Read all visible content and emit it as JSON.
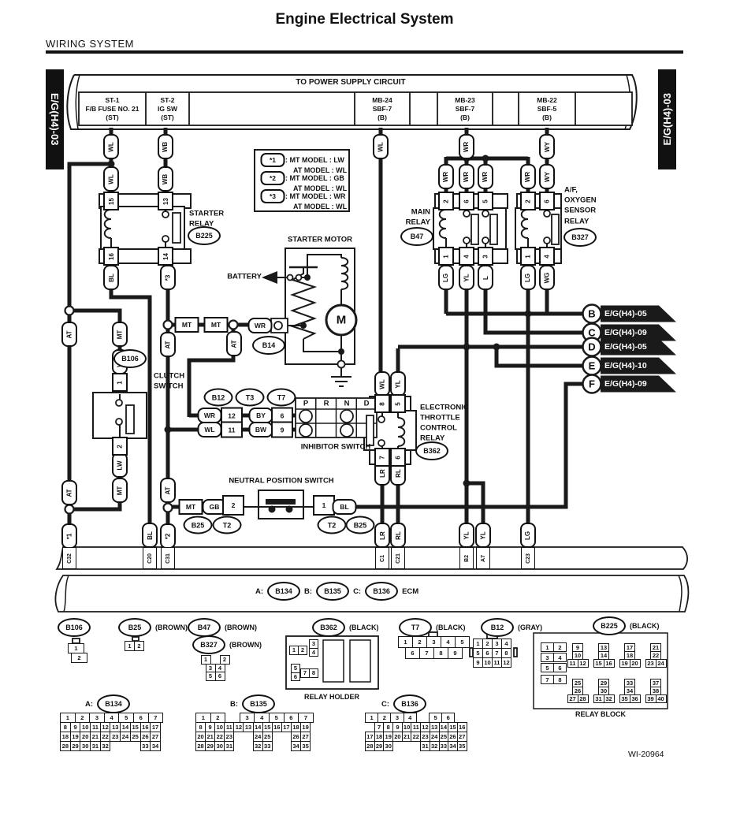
{
  "header": {
    "title": "Engine Electrical System",
    "section": "WIRING SYSTEM",
    "page_tab": "E/G(H4)-03",
    "doc_code": "WI-20964"
  },
  "power_bus": {
    "title": "TO POWER SUPPLY CIRCUIT",
    "cells": [
      {
        "line1": "ST-1",
        "line2": "F/B FUSE NO. 21",
        "line3": "(ST)"
      },
      {
        "line1": "ST-2",
        "line2": "IG SW",
        "line3": "(ST)"
      },
      {
        "line1": "MB-24",
        "line2": "SBF-7",
        "line3": "(B)"
      },
      {
        "line1": "MB-23",
        "line2": "SBF-7",
        "line3": "(B)"
      },
      {
        "line1": "MB-22",
        "line2": "SBF-5",
        "line3": "(B)"
      }
    ]
  },
  "notes": {
    "n1_tag": "*1",
    "n1_mt": ": MT MODEL : LW",
    "n1_at": "AT MODEL : WL",
    "n2_tag": "*2",
    "n2_mt": ": MT MODEL : GB",
    "n2_at": "AT MODEL : WL",
    "n3_tag": "*3",
    "n3_mt": ": MT MODEL : WR",
    "n3_at": "AT MODEL : WL"
  },
  "components": {
    "starter_relay": {
      "l1": "STARTER",
      "l2": "RELAY",
      "ref": "B225"
    },
    "starter_motor": {
      "label": "STARTER MOTOR",
      "battery": "BATTERY",
      "motor": "M",
      "ref": "B14"
    },
    "main_relay": {
      "l1": "MAIN",
      "l2": "RELAY",
      "ref": "B47"
    },
    "af_relay": {
      "l1": "A/F,",
      "l2": "OXYGEN",
      "l3": "SENSOR",
      "l4": "RELAY",
      "ref": "B327"
    },
    "etc_relay": {
      "l1": "ELECTRONIC",
      "l2": "THROTTLE",
      "l3": "CONTROL",
      "l4": "RELAY",
      "ref": "B362"
    },
    "clutch_switch": {
      "l1": "CLUTCH",
      "l2": "SWITCH",
      "ref": "B106"
    },
    "inhibitor": {
      "label": "INHIBITOR SWITCH",
      "ref1": "B12",
      "ref2": "T3",
      "ref3": "T7",
      "positions": [
        "P",
        "R",
        "N",
        "D"
      ]
    },
    "neutral": {
      "label": "NEUTRAL POSITION SWITCH",
      "ref_l1": "B25",
      "ref_l2": "T2",
      "ref_r1": "T2",
      "ref_r2": "B25"
    }
  },
  "wire_labels": {
    "st1_bus": "WL",
    "st2_bus": "WB",
    "st1_in": "WL",
    "st2_in": "WB",
    "starter_out_left": "BL",
    "starter_out_right": "*3",
    "mb24": "WL",
    "mb23": "WR",
    "mb22": "WY",
    "main_in_1": "WR",
    "main_in_2": "WR",
    "main_in_3": "WR",
    "af_in_1": "WR",
    "af_in_2": "WY",
    "main_out_1": "LG",
    "main_out_2": "YL",
    "main_out_3": "L",
    "af_out_1": "LG",
    "af_out_2": "WG",
    "rail_at_top": "AT",
    "clutch_mt_top": "MT",
    "clutch_wl": "WL",
    "clutch_lw": "LW",
    "rail_at_bot": "AT",
    "clutch_mt_bot": "MT",
    "col3_at_top": "AT",
    "col3_at_bot": "AT",
    "branch_at": "AT",
    "mt_box_1": "MT",
    "mt_box_2": "MT",
    "b14_wr": "WR",
    "etc_in_1": "WL",
    "etc_in_2": "YL",
    "etc_out_1": "LR",
    "etc_out_2": "RL",
    "inh_wr": "WR",
    "inh_wl": "WL",
    "inh_by": "BY",
    "inh_bw": "BW",
    "neutral_mt": "MT",
    "neutral_gb": "GB",
    "neutral_bl": "BL",
    "ecm_c32": "*1",
    "ecm_c20": "BL",
    "ecm_c31": "*2",
    "ecm_c1": "LR",
    "ecm_c21": "RL",
    "ecm_b2": "YL",
    "ecm_a7": "YL",
    "ecm_c23": "LG"
  },
  "pin_labels": {
    "st_15": "15",
    "st_13": "13",
    "st_16": "16",
    "st_14": "14",
    "main_2": "2",
    "main_6": "6",
    "main_5": "5",
    "main_1": "1",
    "main_4": "4",
    "main_3": "3",
    "af_2": "2",
    "af_6": "6",
    "af_1": "1",
    "af_4": "4",
    "etc_8": "8",
    "etc_5": "5",
    "etc_7": "7",
    "etc_6": "6",
    "clutch_1": "1",
    "clutch_2": "2",
    "inh_12": "12",
    "inh_11": "11",
    "inh_6": "6",
    "inh_9": "9",
    "neutral_2": "2",
    "neutral_1": "1",
    "ecm_c32": "C32",
    "ecm_c20": "C20",
    "ecm_c31": "C31",
    "ecm_c1": "C1",
    "ecm_c21": "C21",
    "ecm_b2": "B2",
    "ecm_a7": "A7",
    "ecm_c23": "C23"
  },
  "ecm_bar": {
    "a": "A:",
    "a_ref": "B134",
    "b": "B:",
    "b_ref": "B135",
    "c": "C:",
    "c_ref": "B136",
    "name": "ECM"
  },
  "arrows": [
    {
      "letter": "B",
      "label": "E/G(H4)-05"
    },
    {
      "letter": "C",
      "label": "E/G(H4)-09"
    },
    {
      "letter": "D",
      "label": "E/G(H4)-05"
    },
    {
      "letter": "E",
      "label": "E/G(H4)-10"
    },
    {
      "letter": "F",
      "label": "E/G(H4)-09"
    }
  ],
  "connectors": {
    "b106": {
      "ref": "B106",
      "cells": [
        [
          "1"
        ],
        [
          "2"
        ]
      ]
    },
    "b25": {
      "ref": "B25",
      "color": "(BROWN)",
      "cells": [
        [
          "1",
          "2"
        ]
      ]
    },
    "b47": {
      "ref": "B47",
      "color": "(BROWN)"
    },
    "b327": {
      "ref": "B327",
      "color": "(BROWN)",
      "cells": [
        [
          "1",
          null,
          "2"
        ],
        [
          "3",
          "4"
        ],
        [
          "5",
          "6"
        ]
      ]
    },
    "b362": {
      "ref": "B362",
      "color": "(BLACK)",
      "label": "RELAY HOLDER",
      "g1": [
        [
          "1",
          "2"
        ]
      ],
      "g2": [
        [
          "3"
        ],
        [
          "4"
        ]
      ],
      "g3": [
        [
          "5"
        ],
        [
          "6"
        ]
      ],
      "g4": [
        [
          "7",
          "8"
        ]
      ]
    },
    "t7": {
      "ref": "T7",
      "color": "(BLACK)",
      "cells": [
        [
          "1",
          "2",
          "3",
          "4",
          "5"
        ],
        [
          "6",
          "7",
          "8",
          "9"
        ]
      ]
    },
    "b12": {
      "ref": "B12",
      "color": "(GRAY)",
      "cells": [
        [
          "1",
          "2",
          "3",
          "4"
        ],
        [
          "5",
          "6",
          "7",
          "8"
        ],
        [
          "9",
          "10",
          "11",
          "12"
        ]
      ]
    },
    "b225": {
      "ref": "B225",
      "color": "(BLACK)",
      "label": "RELAY BLOCK",
      "left": [
        [
          "1",
          "2"
        ],
        [
          "3",
          "4"
        ],
        [
          "5",
          "6"
        ],
        [
          "7",
          "8"
        ]
      ],
      "groups": [
        [
          [
            "9"
          ],
          [
            "10"
          ],
          [
            "11",
            "12"
          ]
        ],
        [
          [
            "13"
          ],
          [
            "14"
          ],
          [
            "15",
            "16"
          ]
        ],
        [
          [
            "17"
          ],
          [
            "18"
          ],
          [
            "19",
            "20"
          ]
        ],
        [
          [
            "21"
          ],
          [
            "22"
          ],
          [
            "23",
            "24"
          ]
        ],
        [
          [
            "25"
          ],
          [
            "26"
          ],
          [
            "27",
            "28"
          ]
        ],
        [
          [
            "29"
          ],
          [
            "30"
          ],
          [
            "31",
            "32"
          ]
        ],
        [
          [
            "33"
          ],
          [
            "34"
          ],
          [
            "35",
            "36"
          ]
        ],
        [
          [
            "37"
          ],
          [
            "38"
          ],
          [
            "39",
            "40"
          ]
        ]
      ]
    },
    "b134": {
      "prefix": "A:",
      "ref": "B134",
      "cells": [
        [
          "1",
          "2",
          "3",
          "4",
          "5",
          "6",
          "7"
        ],
        [
          "8",
          "9",
          "10",
          "11",
          "12",
          "13",
          "14",
          "15",
          "16",
          "17"
        ],
        [
          "18",
          "19",
          "20",
          "21",
          "22",
          "23",
          "24",
          "25",
          "26",
          "27"
        ],
        [
          "28",
          "29",
          "30",
          "31",
          "32",
          null,
          null,
          null,
          "33",
          "34"
        ]
      ]
    },
    "b135": {
      "prefix": "B:",
      "ref": "B135",
      "cells": [
        [
          "1",
          "2",
          null,
          "3",
          "4",
          "5",
          "6",
          "7"
        ],
        [
          "8",
          "9",
          "10",
          "11",
          "12",
          "13",
          "14",
          "15",
          "16",
          "17",
          "18",
          "19"
        ],
        [
          "20",
          "21",
          "22",
          "23",
          null,
          null,
          "24",
          "25",
          null,
          null,
          "26",
          "27"
        ],
        [
          "28",
          "29",
          "30",
          "31",
          null,
          null,
          "32",
          "33",
          null,
          null,
          "34",
          "35"
        ]
      ]
    },
    "b136": {
      "prefix": "C:",
      "ref": "B136",
      "cells": [
        [
          "1",
          "2",
          "3",
          "4",
          null,
          "5",
          "6"
        ],
        [
          null,
          "7",
          "8",
          "9",
          "10",
          "11",
          "12",
          "13",
          "14",
          "15",
          "16"
        ],
        [
          "17",
          "18",
          "19",
          "20",
          "21",
          "22",
          "23",
          "24",
          "25",
          "26",
          "27"
        ],
        [
          "28",
          "29",
          "30",
          null,
          null,
          null,
          "31",
          "32",
          "33",
          "34",
          "35"
        ]
      ]
    }
  }
}
